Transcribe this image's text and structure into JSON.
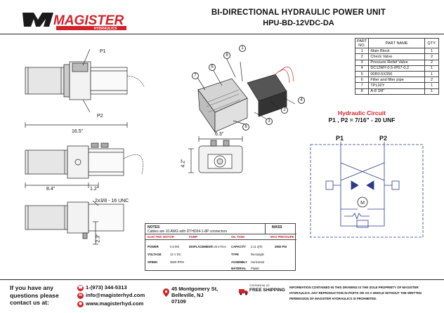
{
  "header": {
    "logo_text": "MAGISTER",
    "logo_sub": "HYDRAULICS",
    "title": "BI-DIRECTIONAL HYDRAULIC POWER UNIT",
    "model": "HPU-BD-12VDC-DA"
  },
  "parts_table": {
    "headers": {
      "no": "PART NO.",
      "name": "PART NAME",
      "qty": "QTY."
    },
    "rows": [
      {
        "no": "1",
        "name": "Main Block",
        "qty": "1"
      },
      {
        "no": "2",
        "name": "Check Valve",
        "qty": "2"
      },
      {
        "no": "3",
        "name": "Pressure Relief Valve",
        "qty": "2"
      },
      {
        "no": "4",
        "name": "DC12MY-0.5-IP67-0.2",
        "qty": "1"
      },
      {
        "no": "5",
        "name": "00R0.5X356",
        "qty": "1"
      },
      {
        "no": "6",
        "name": "Filter and filter pipe",
        "qty": "2"
      },
      {
        "no": "7",
        "name": "TPL02Y",
        "qty": "1"
      },
      {
        "no": "8",
        "name": "A-8 3/8\"",
        "qty": "1"
      }
    ]
  },
  "circuit": {
    "title": "Hydraulic Circuit",
    "subtitle": "P1 , P2 = 7/16\" - 20 UNF",
    "p1": "P1",
    "p2": "P2",
    "motor": "M"
  },
  "dimensions": {
    "length": "16.5\"",
    "left_len": "8.4\"",
    "right_len": "1.2\"",
    "width": "6.3\"",
    "height": "4.2\"",
    "port_label": "2x3/8 - 16 UNC",
    "bottom_h": "2.3\"",
    "p1": "P1",
    "p2": "P2"
  },
  "callouts": [
    "1",
    "2",
    "3",
    "4",
    "5",
    "6",
    "7",
    "8"
  ],
  "notes": {
    "title": "NOTES",
    "text": "Cables are 10 AWG with DTHD04-1-8P connectors",
    "mass": "MASS",
    "electric_motor": "ELECTRIC MOTOR",
    "pump": "PUMP",
    "oil_tank": "OIL TANK",
    "max_pressure": "MAX PRESSURE",
    "power_label": "POWER",
    "power_value": "0.5 kW",
    "displacement_label": "DISPLACEMENT",
    "displacement_value": "0.03 in³/rev",
    "capacity_label": "CAPACITY",
    "capacity_value": "2.11 QTs",
    "max_pressure_value": "2900 PSI",
    "voltage_label": "VOLTAGE",
    "voltage_value": "12 V DC",
    "type_label": "TYPE",
    "type_value": "Rectangle",
    "speed_label": "SPEED",
    "speed_value": "3500 RPM",
    "assembly_label": "ASSEMBLY",
    "assembly_value": "Horizontal",
    "material_label": "MATERIAL",
    "material_value": "Plastic"
  },
  "footer": {
    "question_1": "If you have any",
    "question_2": "questions please",
    "question_3": "contact us at:",
    "phone": "1-(973) 344-5313",
    "email": "info@magisterhyd.com",
    "web": "www.magisterhyd.com",
    "addr_1": "45 Montgomery St,",
    "addr_2": "Belleville, NJ",
    "addr_3": "07109",
    "ship_small": "CONTINENTAL US",
    "ship": "FREE SHIPPING",
    "disclaimer": "INFORMATION CONTAINED IN THIS DRAWING IS THE SOLE PROPRIETY OF MAGISTER HYDRAULICS. ANY REPRODUCTION IN PARTS OR AS A WHOLE WITHOUT THE WRITTEN PERMISSION OF MAGISTER HYDRAULICS IS PROHIBITED."
  },
  "colors": {
    "brand_red": "#d0232a",
    "line": "#222222",
    "circuit_blue": "#2b3a8c"
  }
}
